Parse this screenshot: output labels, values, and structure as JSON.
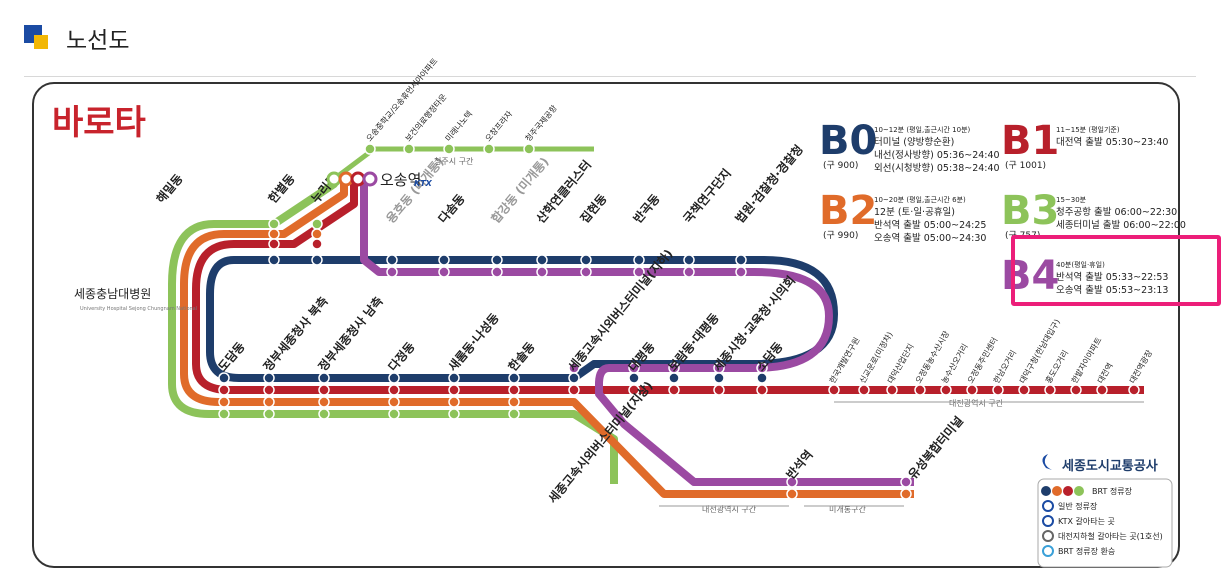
{
  "header": {
    "title": "노선도"
  },
  "logo": {
    "text": "바로타"
  },
  "routes": [
    {
      "code": "B0",
      "old": "(구 900)",
      "color": "#1e3d6b",
      "lines": [
        "10~12분 (평일,출근시간 10분)",
        "터미널 (양방향순환)",
        "내선(정사방향) 05:36~24:40",
        "외선(시청방향) 05:38~24:40"
      ]
    },
    {
      "code": "B1",
      "old": "(구 1001)",
      "color": "#b8202b",
      "lines": [
        "11~15분 (평일기준)",
        "대전역 출발 05:30~23:40"
      ]
    },
    {
      "code": "B2",
      "old": "(구 990)",
      "color": "#e06b2a",
      "lines": [
        "10~20분 (평일,출근시간 6분)",
        "12분 (토·일·공휴일)",
        "반석역 출발 05:00~24:25",
        "오송역 출발 05:00~24:30"
      ]
    },
    {
      "code": "B3",
      "old": "(구 757)",
      "color": "#8dc35a",
      "lines": [
        "15~30분",
        "청주공항 출발 06:00~22:30",
        "세종터미널 출발 06:00~22:00"
      ]
    },
    {
      "code": "B4",
      "old": "",
      "color": "#9b4aa2",
      "lines": [
        "40분(평일·휴일)",
        "반석역 출발 05:33~22:53",
        "오송역 출발 05:53~23:13"
      ]
    }
  ],
  "stations": {
    "osong_top": [
      "오송중학교/오송휴먼시아아파트",
      "보건의료행정타운",
      "미래나노텍",
      "오창프라자",
      "청주국제공항"
    ],
    "osong_top_zone": "청주시 구간",
    "osong": "오송역",
    "ktx": "KTX",
    "top": [
      "해밀동",
      "한별동",
      "누리동",
      "용호동 (미개통)",
      "다솜동",
      "합강동 (미개통)",
      "산학연클러스터",
      "집현동",
      "반곡동",
      "국책연구단지",
      "법원·검찰청·경찰청"
    ],
    "left": "세종충남대병원",
    "left_en": "University Hospital Sejong Chungnam National",
    "bottom": [
      "도담동",
      "정부세종청사 북측",
      "정부세종청사 남측",
      "다정동",
      "새롬동·나성동",
      "한솔동",
      "세종고속시외버스터미널(지하)",
      "대평동",
      "보람동·대평동",
      "세종시청·교육청·시의회",
      "소담동"
    ],
    "daejeon": [
      "한국개발연구원",
      "신교운로(미정차)",
      "대덕산업단지",
      "오정동농수산시장",
      "농수산오거리",
      "오정동주민센터",
      "한남오거리",
      "대덕구청(한남대입구)",
      "홍도오거리",
      "한밭자이아파트",
      "대전역",
      "대전역광장"
    ],
    "daejeon_zone": "대전광역시 구간",
    "terminal_ground": "세종고속시외버스터미널(지상)",
    "banseok": "반석역",
    "yuseong": "유성복합터미널",
    "banseok_zone": "대전광역시 구간",
    "unopened_zone": "미개통구간"
  },
  "legend": {
    "org": "세종도시교통공사",
    "items": [
      "BRT 정류장",
      "일반 정류장",
      "KTX 갈아타는 곳",
      "대전지하철 갈아타는 곳(1호선)",
      "BRT 정류장 환승"
    ]
  },
  "colors": {
    "b0": "#1e3d6b",
    "b1": "#b8202b",
    "b2": "#e06b2a",
    "b3": "#8dc35a",
    "b4": "#9b4aa2",
    "highlight": "#ec1e79"
  }
}
